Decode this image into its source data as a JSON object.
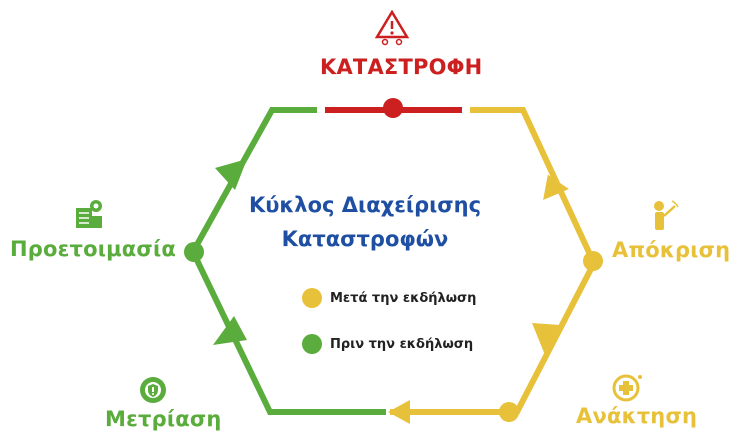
{
  "title_line1": "Κύκλος Διαχείρισης",
  "title_line2": "Καταστροφών",
  "phases": {
    "disaster": "ΚΑΤΑΣΤΡΟΦΗ",
    "response": "Απόκριση",
    "recovery": "Ανάκτηση",
    "mitigation": "Μετρίαση",
    "preparedness": "Προετοιμασία"
  },
  "legend": {
    "after": "Μετά την εκδήλωση",
    "before": "Πριν την εκδήλωση"
  },
  "colors": {
    "disaster": "#cc1f1f",
    "after": "#e8c13a",
    "before": "#5aac3c",
    "title": "#1f4fa3"
  },
  "icons": {
    "disaster": "warning-triangle-icon",
    "response": "firefighter-icon",
    "recovery": "medical-cross-icon",
    "mitigation": "shield-gear-icon",
    "preparedness": "checklist-gear-icon"
  }
}
